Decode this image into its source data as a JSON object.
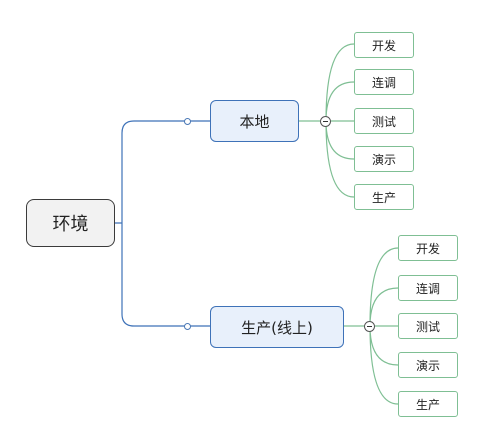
{
  "root": {
    "label": "环境"
  },
  "branches": [
    {
      "label": "本地",
      "children": [
        "开发",
        "连调",
        "测试",
        "演示",
        "生产"
      ]
    },
    {
      "label": "生产(线上)",
      "children": [
        "开发",
        "连调",
        "测试",
        "演示",
        "生产"
      ]
    }
  ],
  "colors": {
    "branch_line": "#3e72b8",
    "leaf_line": "#7fbf94",
    "branch_fill": "#e8f0fb",
    "root_fill": "#f2f2f2"
  }
}
